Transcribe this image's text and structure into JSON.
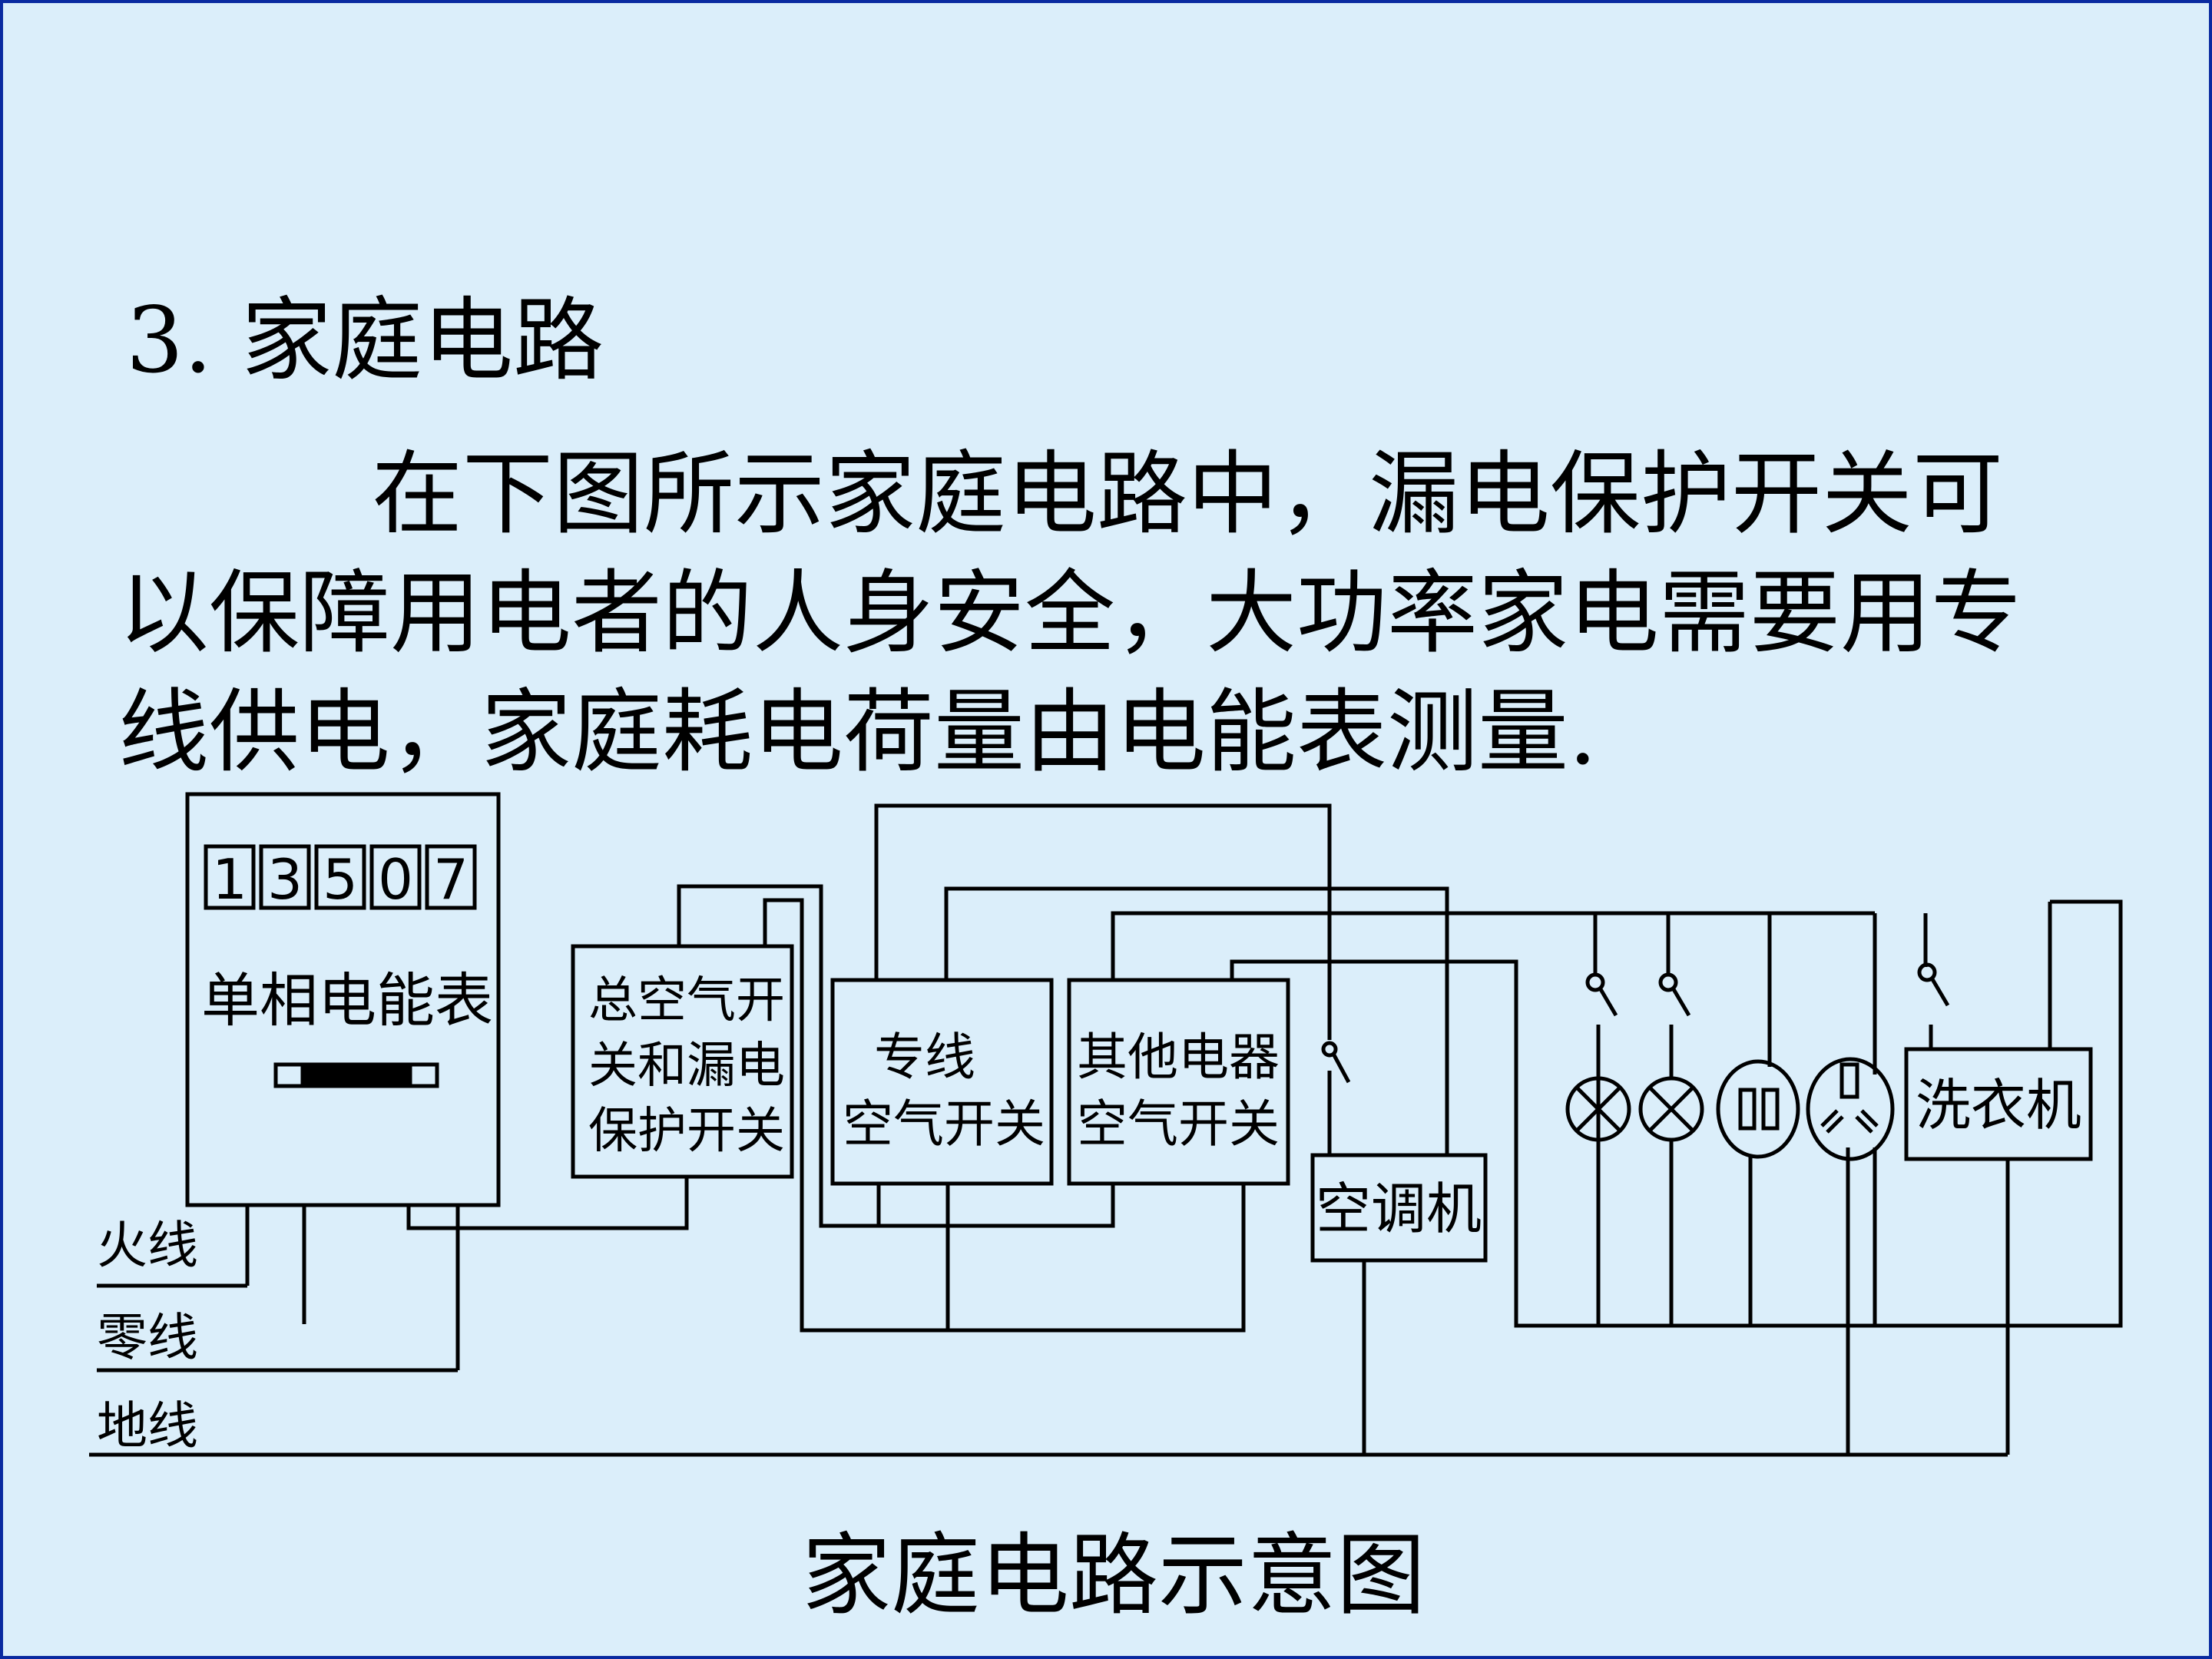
{
  "heading": "3. 家庭电路",
  "paragraph": {
    "line1": "在下图所示家庭电路中，漏电保护开关可",
    "line2": "以保障用电者的人身安全，大功率家电需要用专",
    "line3": "线供电，家庭耗电荷量由电能表测量."
  },
  "diagram": {
    "meter": {
      "digits": [
        "1",
        "3",
        "5",
        "0",
        "7"
      ],
      "label": "单相电能表"
    },
    "main_switch": {
      "lines": [
        "总空气开",
        "关和漏电",
        "保护开关"
      ]
    },
    "dedicated_switch": {
      "lines": [
        "专线",
        "空气开关"
      ]
    },
    "other_switch": {
      "lines": [
        "其他电器",
        "空气开关"
      ]
    },
    "air_conditioner": "空调机",
    "washing_machine": "洗衣机",
    "wires": {
      "live": "火线",
      "neutral": "零线",
      "ground": "地线"
    }
  },
  "caption": "家庭电路示意图"
}
